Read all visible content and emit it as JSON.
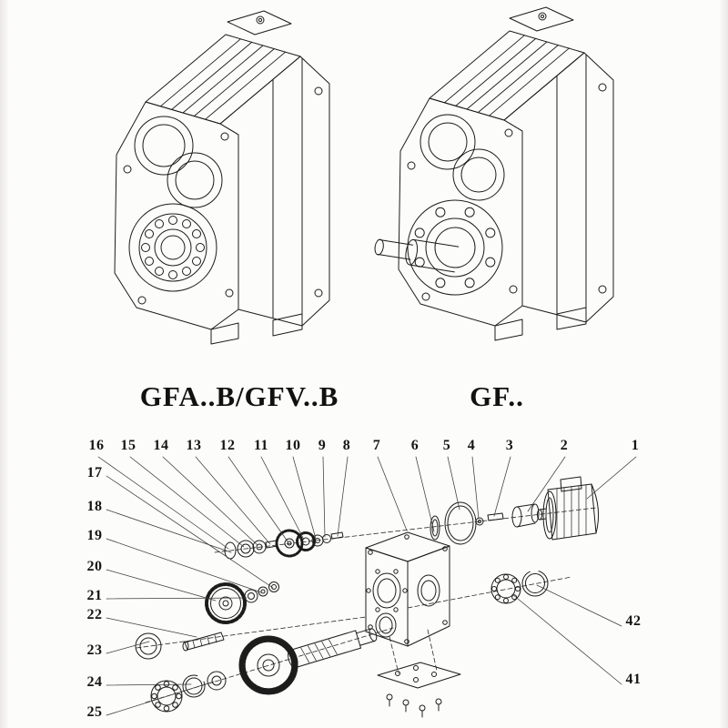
{
  "page": {
    "ink_color": "#1c1c1c",
    "background": "#fcfcfa",
    "description": "Gear reducer catalog page: two isometric housing drawings and an exploded parts diagram with numbered callouts"
  },
  "models": {
    "left": {
      "label": "GFA..B/GFV..B"
    },
    "right": {
      "label": "GF.."
    }
  },
  "parts_diagram": {
    "callouts_top": [
      "16",
      "15",
      "14",
      "13",
      "12",
      "11",
      "10",
      "9",
      "8",
      "7",
      "6",
      "5",
      "4",
      "3",
      "2",
      "1"
    ],
    "callouts_left": [
      "17",
      "18",
      "19",
      "20",
      "21",
      "22",
      "23",
      "24",
      "25"
    ],
    "callouts_right": [
      "42",
      "41"
    ]
  }
}
